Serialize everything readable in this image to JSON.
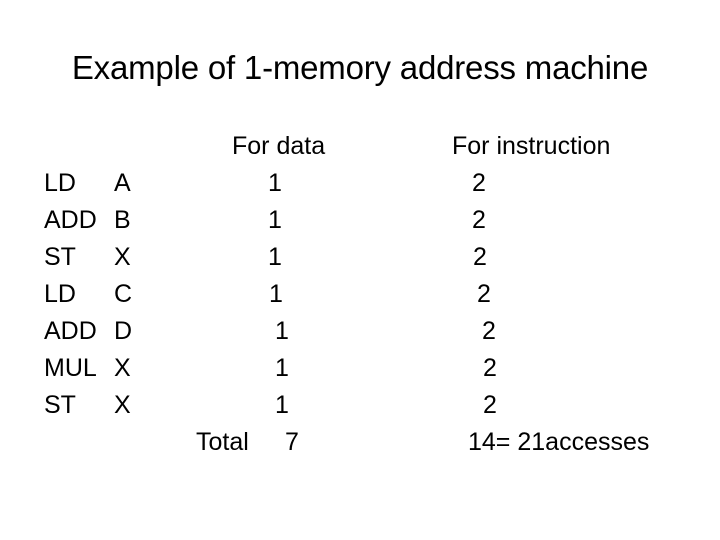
{
  "slide": {
    "title": "Example of 1-memory address machine",
    "background_color": "#ffffff",
    "text_color": "#000000"
  },
  "table": {
    "headers": {
      "instruction_column": "",
      "operand_column": "",
      "data_column": "For data",
      "instruction_access_column": "For instruction"
    },
    "rows": [
      {
        "mnemonic": "LD",
        "operand": "A",
        "data": "1",
        "instruction": "2"
      },
      {
        "mnemonic": "ADD",
        "operand": "B",
        "data": "1",
        "instruction": "2"
      },
      {
        "mnemonic": "ST",
        "operand": "X",
        "data": "1",
        "instruction": "2"
      },
      {
        "mnemonic": "LD",
        "operand": "C",
        "data": "1",
        "instruction": "2"
      },
      {
        "mnemonic": "ADD",
        "operand": "D",
        "data": "1",
        "instruction": "2"
      },
      {
        "mnemonic": "MUL",
        "operand": "X",
        "data": "1",
        "instruction": "2"
      },
      {
        "mnemonic": "ST",
        "operand": "X",
        "data": "1",
        "instruction": "2"
      }
    ],
    "totals": {
      "label": "Total",
      "data_total": "7",
      "instruction_total": "14= 21accesses"
    }
  }
}
